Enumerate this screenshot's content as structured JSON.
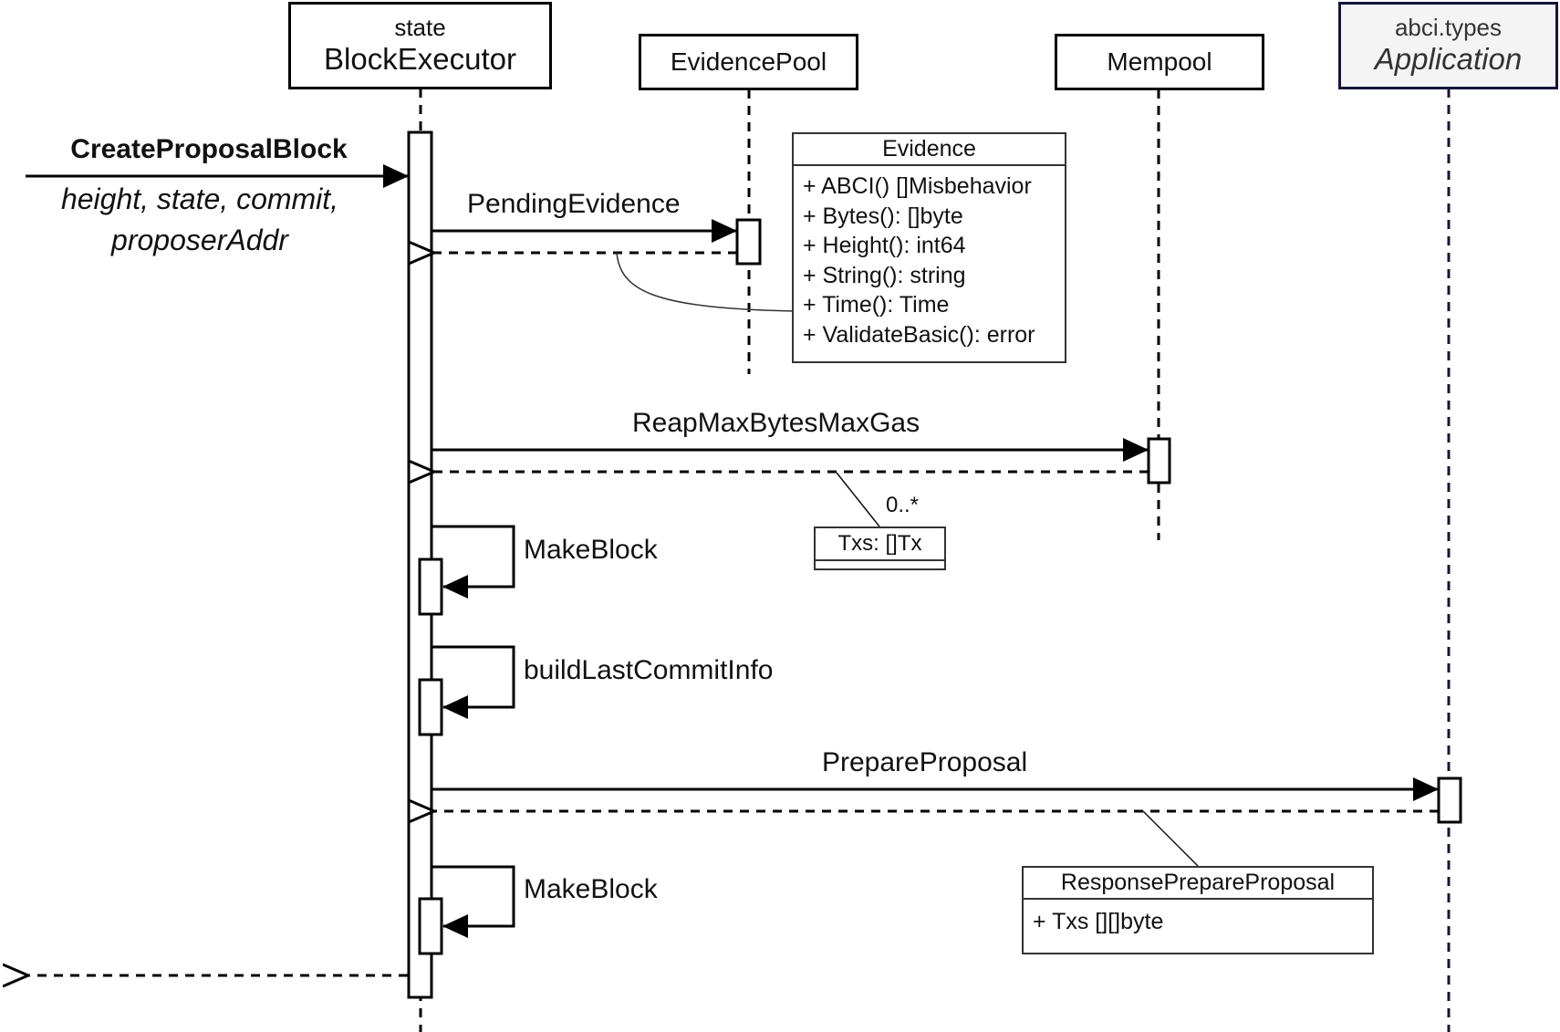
{
  "diagram": {
    "type": "sequence",
    "participants": [
      {
        "id": "blockexecutor",
        "stereotype": "state",
        "name": "BlockExecutor"
      },
      {
        "id": "evidencepool",
        "name": "EvidencePool"
      },
      {
        "id": "mempool",
        "name": "Mempool"
      },
      {
        "id": "application",
        "stereotype": "abci.types",
        "name": "Application"
      }
    ],
    "incoming_call": {
      "name": "CreateProposalBlock",
      "args_line1": "height, state, commit,",
      "args_line2": "proposerAddr"
    },
    "messages": [
      {
        "label": "PendingEvidence",
        "from": "BlockExecutor",
        "to": "EvidencePool",
        "kind": "sync"
      },
      {
        "label": "ReapMaxBytesMaxGas",
        "from": "BlockExecutor",
        "to": "Mempool",
        "kind": "sync"
      },
      {
        "label": "MakeBlock",
        "from": "BlockExecutor",
        "to": "BlockExecutor",
        "kind": "self"
      },
      {
        "label": "buildLastCommitInfo",
        "from": "BlockExecutor",
        "to": "BlockExecutor",
        "kind": "self"
      },
      {
        "label": "PrepareProposal",
        "from": "BlockExecutor",
        "to": "Application",
        "kind": "sync"
      },
      {
        "label": "MakeBlock",
        "from": "BlockExecutor",
        "to": "BlockExecutor",
        "kind": "self"
      }
    ],
    "evidence_class": {
      "name": "Evidence",
      "members": [
        "+ ABCI() []Misbehavior",
        "+ Bytes(): []byte",
        "+ Height(): int64",
        "+ String(): string",
        "+ Time(): Time",
        "+ ValidateBasic(): error"
      ]
    },
    "txs_class": {
      "name": "Txs: []Tx",
      "multiplicity": "0..*"
    },
    "response_class": {
      "name": "ResponsePrepareProposal",
      "members": [
        "+ Txs [][]byte"
      ]
    },
    "colors": {
      "line": "#000000",
      "application_border": "#14143a",
      "application_fill": "#f4f4f4",
      "note_line": "#333333"
    }
  }
}
